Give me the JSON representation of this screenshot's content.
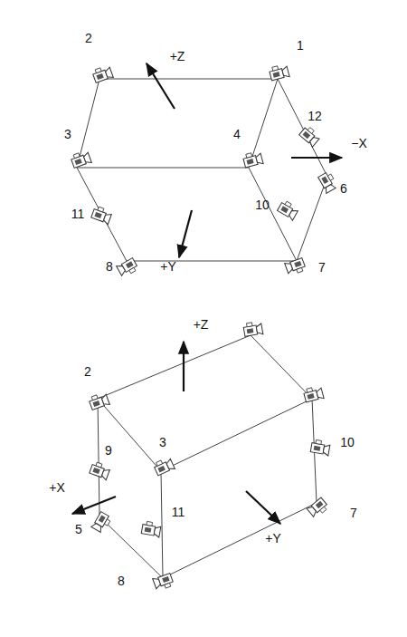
{
  "diagram": {
    "labels": [
      "2",
      "1",
      "+Z",
      "12",
      "3",
      "4",
      "−X",
      "6",
      "11",
      "10",
      "+Y",
      "8",
      "7",
      "+Z",
      "2",
      "3",
      "10",
      "9",
      "+X",
      "11",
      "7",
      "5",
      "+Y",
      "8"
    ]
  }
}
